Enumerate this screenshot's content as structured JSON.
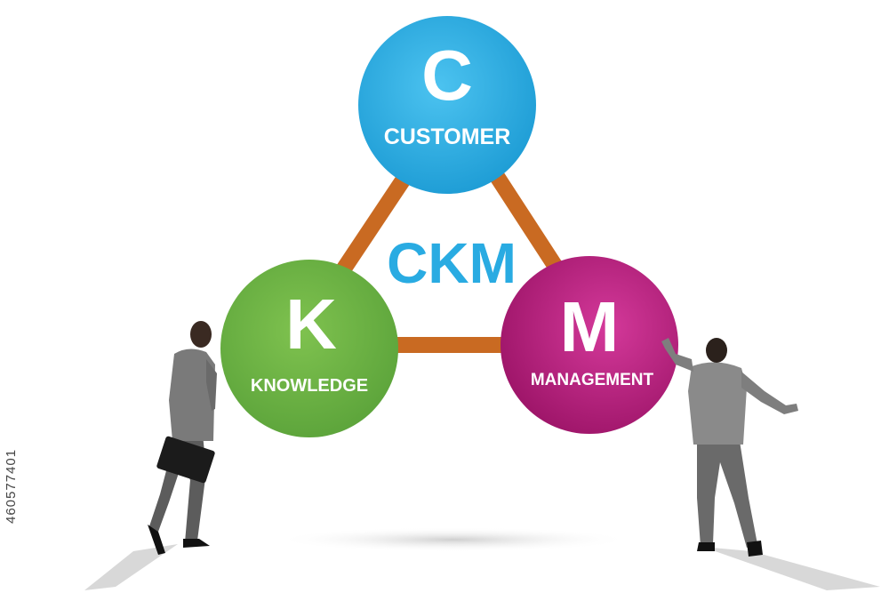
{
  "colors": {
    "customer": "#29abe2",
    "knowledge": "#6bb142",
    "management": "#b01d7a",
    "connector": "#c96a22",
    "center_text": "#29abe2",
    "label_text": "#ffffff"
  },
  "center_label": "CKM",
  "nodes": {
    "customer": {
      "letter": "C",
      "word": "CUSTOMER"
    },
    "knowledge": {
      "letter": "K",
      "word": "KNOWLEDGE"
    },
    "management": {
      "letter": "M",
      "word": "MANAGEMENT"
    }
  },
  "edges": [
    {
      "from": "customer",
      "to": "knowledge"
    },
    {
      "from": "customer",
      "to": "management"
    },
    {
      "from": "knowledge",
      "to": "management"
    }
  ],
  "stock_id": "460577401"
}
